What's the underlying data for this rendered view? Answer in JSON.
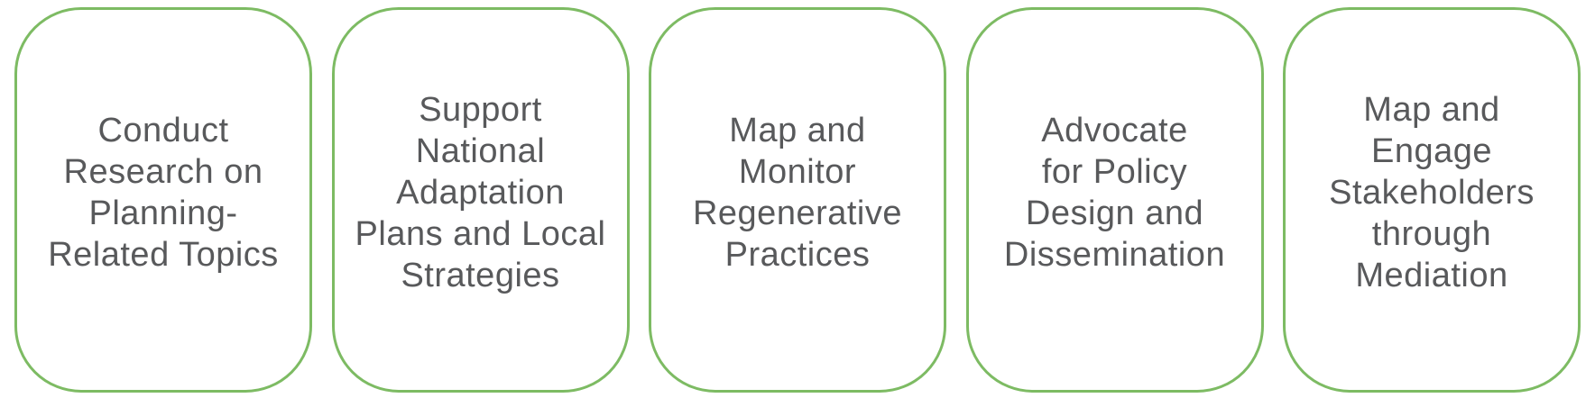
{
  "colors": {
    "border": "#7dbb63",
    "text": "#58595b",
    "background": "#ffffff"
  },
  "cards": [
    {
      "label": "Conduct\nResearch on\nPlanning-\nRelated Topics"
    },
    {
      "label": "Support\nNational\nAdaptation\nPlans and Local\nStrategies"
    },
    {
      "label": "Map and\nMonitor\nRegenerative\nPractices"
    },
    {
      "label": "Advocate\nfor Policy\nDesign and\nDissemination"
    },
    {
      "label": "Map and\nEngage\nStakeholders\nthrough\nMediation"
    }
  ]
}
